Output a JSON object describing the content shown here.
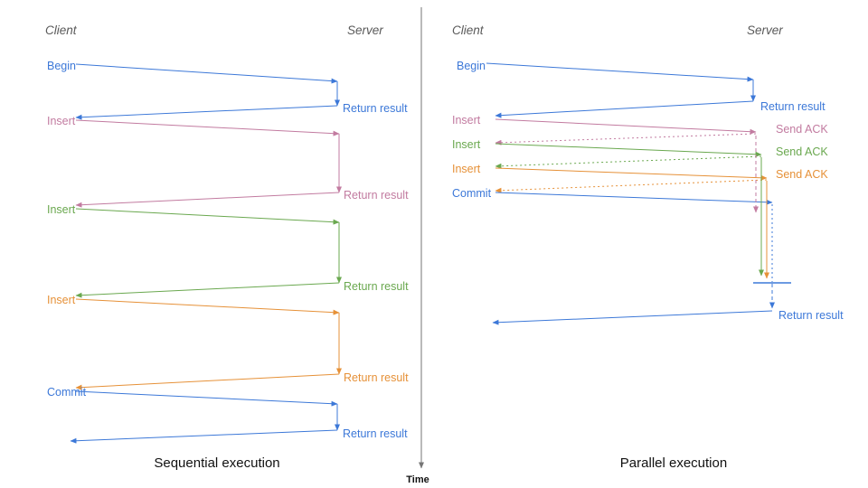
{
  "diagram": {
    "time_axis_label": "Time",
    "left": {
      "title": "Sequential execution",
      "client_header": "Client",
      "server_header": "Server",
      "ops": [
        {
          "label": "Begin",
          "color": "#3c78d8",
          "result": "Return result"
        },
        {
          "label": "Insert",
          "color": "#c27ba0",
          "result": "Return result"
        },
        {
          "label": "Insert",
          "color": "#6aa84f",
          "result": "Return result"
        },
        {
          "label": "Insert",
          "color": "#e69138",
          "result": "Return result"
        },
        {
          "label": "Commit",
          "color": "#3c78d8",
          "result": "Return result"
        }
      ]
    },
    "right": {
      "title": "Parallel execution",
      "client_header": "Client",
      "server_header": "Server",
      "ops": [
        {
          "label": "Begin",
          "color": "#3c78d8",
          "result": "Return result"
        },
        {
          "label": "Insert",
          "color": "#c27ba0",
          "result": "Send ACK"
        },
        {
          "label": "Insert",
          "color": "#6aa84f",
          "result": "Send ACK"
        },
        {
          "label": "Insert",
          "color": "#e69138",
          "result": "Send ACK"
        },
        {
          "label": "Commit",
          "color": "#3c78d8",
          "result": "Return result"
        }
      ]
    },
    "colors": {
      "blue": "#3c78d8",
      "pink": "#c27ba0",
      "green": "#6aa84f",
      "orange": "#e69138",
      "axis": "#757575"
    }
  }
}
